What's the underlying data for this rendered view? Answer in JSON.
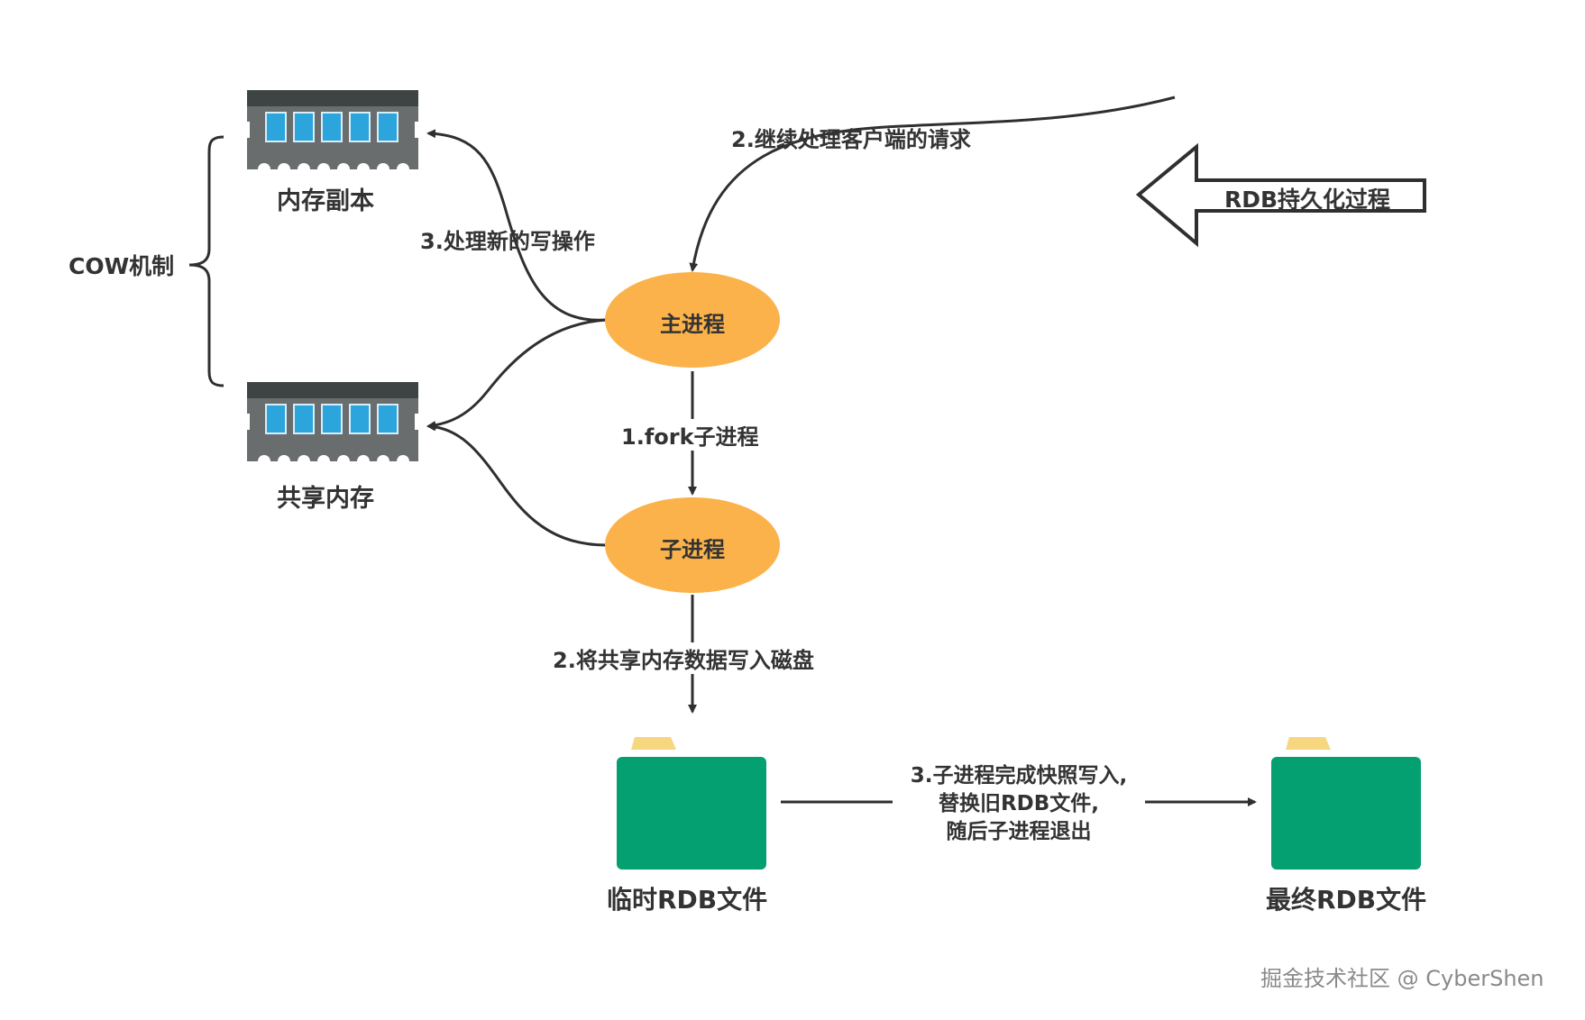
{
  "diagram": {
    "nodes": {
      "memory_copy": {
        "label": "内存副本"
      },
      "shared_memory": {
        "label": "共享内存"
      },
      "main_process": {
        "label": "主进程"
      },
      "child_process": {
        "label": "子进程"
      },
      "temp_rdb": {
        "label": "临时RDB文件"
      },
      "final_rdb": {
        "label": "最终RDB文件"
      }
    },
    "cow_label": "COW机制",
    "rdb_title": "RDB持久化过程",
    "edges": {
      "continue_requests": "2.继续处理客户端的请求",
      "handle_writes": "3.处理新的写操作",
      "fork_child": "1.fork子进程",
      "write_to_disk": "2.将共享内存数据写入磁盘",
      "replace_rdb": [
        "3.子进程完成快照写入,",
        "替换旧RDB文件,",
        "随后子进程退出"
      ]
    },
    "colors": {
      "ellipse": "#FBB24A",
      "folder": "#04A071",
      "folder_tab": "#F6D67E",
      "ram_body": "#6A6D6E",
      "ram_top": "#3E4344",
      "ram_chip": "#2CA4DC",
      "line": "#2F2F2F"
    }
  },
  "watermark": "掘金技术社区 @ CyberShen"
}
